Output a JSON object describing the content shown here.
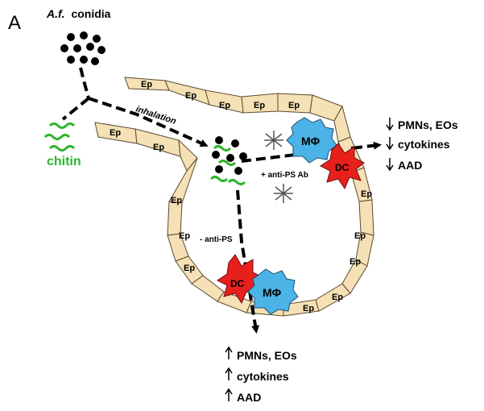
{
  "panel_label": "A",
  "conidia_label": {
    "prefix": "A.f.",
    "suffix": "conidia"
  },
  "chitin_label": "chitin",
  "inhalation_label": "inhalation",
  "anti_ps_ab_label": "+ anti-PS Ab",
  "minus_anti_ps_label": "- anti-PS",
  "cell_labels": {
    "macrophage": "MΦ",
    "dendritic": "DC",
    "epithelium": "Ep"
  },
  "outcome_top": [
    "PMNs, EOs",
    "cytokines",
    "AAD"
  ],
  "outcome_bottom": [
    "PMNs, EOs",
    "cytokines",
    "AAD"
  ],
  "colors": {
    "epithelium": "#f5e1b5",
    "macrophage": "#4cb3e6",
    "dendritic": "#e8201c",
    "chitin": "#2db52d"
  }
}
